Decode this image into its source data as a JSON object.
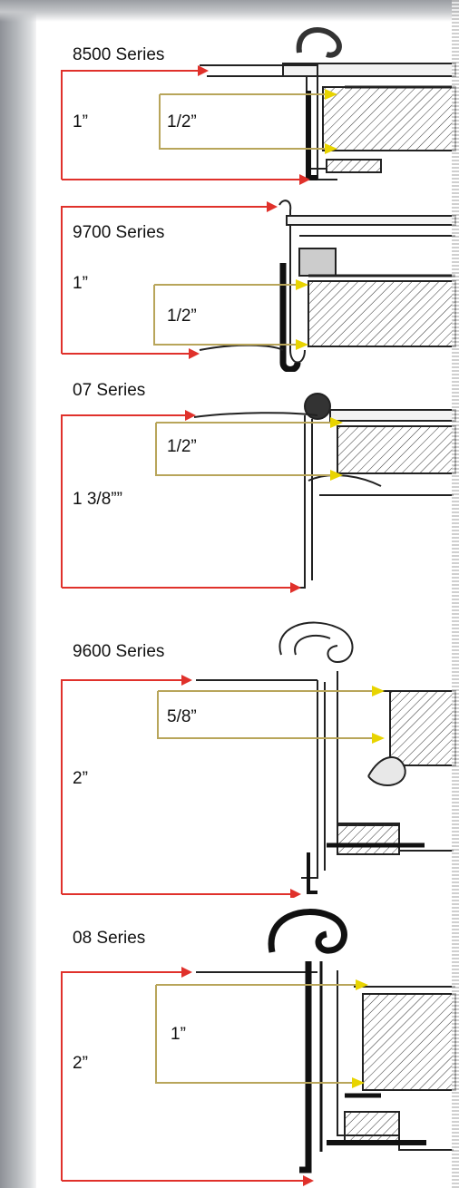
{
  "colors": {
    "red_arrow": "#e0312b",
    "olive_arrow": "#b8a55a",
    "yellow_tip": "#e8d400",
    "line": "#222222",
    "band": "#9a9da2"
  },
  "series": [
    {
      "name": "8500 Series",
      "outer": "1”",
      "inner": "1/2”"
    },
    {
      "name": "9700 Series",
      "outer": "1”",
      "inner": "1/2”"
    },
    {
      "name": "07 Series",
      "outer": "1 3/8””",
      "inner": "1/2”"
    },
    {
      "name": "9600 Series",
      "outer": "2”",
      "inner": "5/8”"
    },
    {
      "name": "08 Series",
      "outer": "2”",
      "inner": "1”"
    }
  ]
}
